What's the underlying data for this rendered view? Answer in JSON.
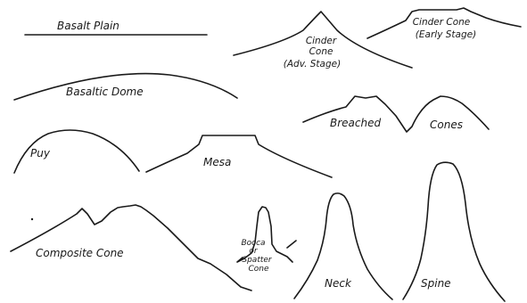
{
  "figure": {
    "colors": {
      "ink": "#1a1a1a",
      "background": "#ffffff"
    },
    "landforms": [
      {
        "id": "basalt-plain",
        "label": "Basalt Plain"
      },
      {
        "id": "cinder-cone-adv",
        "label_lines": [
          "Cinder",
          "Cone",
          "(Adv. Stage)"
        ]
      },
      {
        "id": "cinder-cone-early",
        "label_lines": [
          "Cinder Cone",
          "(Early Stage)"
        ]
      },
      {
        "id": "basaltic-dome",
        "label": "Basaltic Dome"
      },
      {
        "id": "breached-cones",
        "label_parts": [
          "Breached",
          "Cones"
        ]
      },
      {
        "id": "puy",
        "label": "Puy"
      },
      {
        "id": "mesa",
        "label": "Mesa"
      },
      {
        "id": "composite-cone",
        "label": "Composite Cone"
      },
      {
        "id": "bocca",
        "label_lines": [
          "Bocca",
          "or",
          "Spatter",
          "Cone"
        ]
      },
      {
        "id": "neck",
        "label": "Neck"
      },
      {
        "id": "spine",
        "label": "Spine"
      }
    ]
  }
}
